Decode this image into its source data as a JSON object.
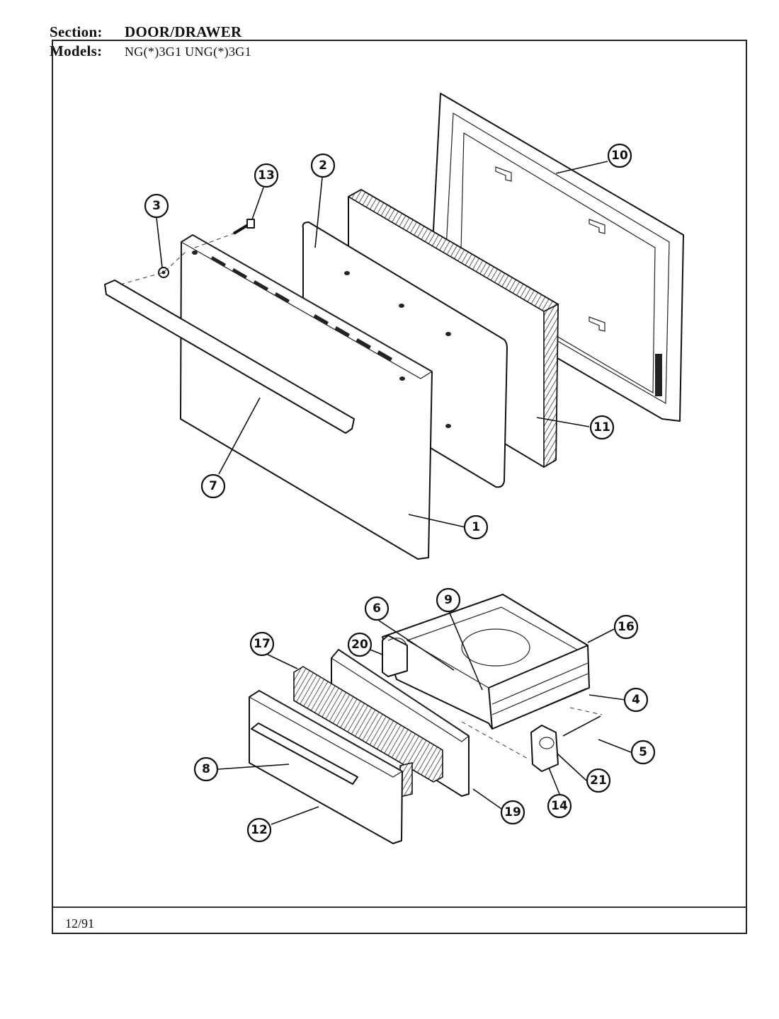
{
  "header": {
    "section_label": "Section:",
    "section_value": "DOOR/DRAWER",
    "models_label": "Models:",
    "models_value": "NG(*)3G1  UNG(*)3G1"
  },
  "footer": {
    "date": "12/91"
  },
  "callouts": [
    "1",
    "2",
    "3",
    "4",
    "5",
    "6",
    "7",
    "8",
    "9",
    "10",
    "11",
    "12",
    "13",
    "14",
    "16",
    "17",
    "19",
    "20",
    "21"
  ]
}
